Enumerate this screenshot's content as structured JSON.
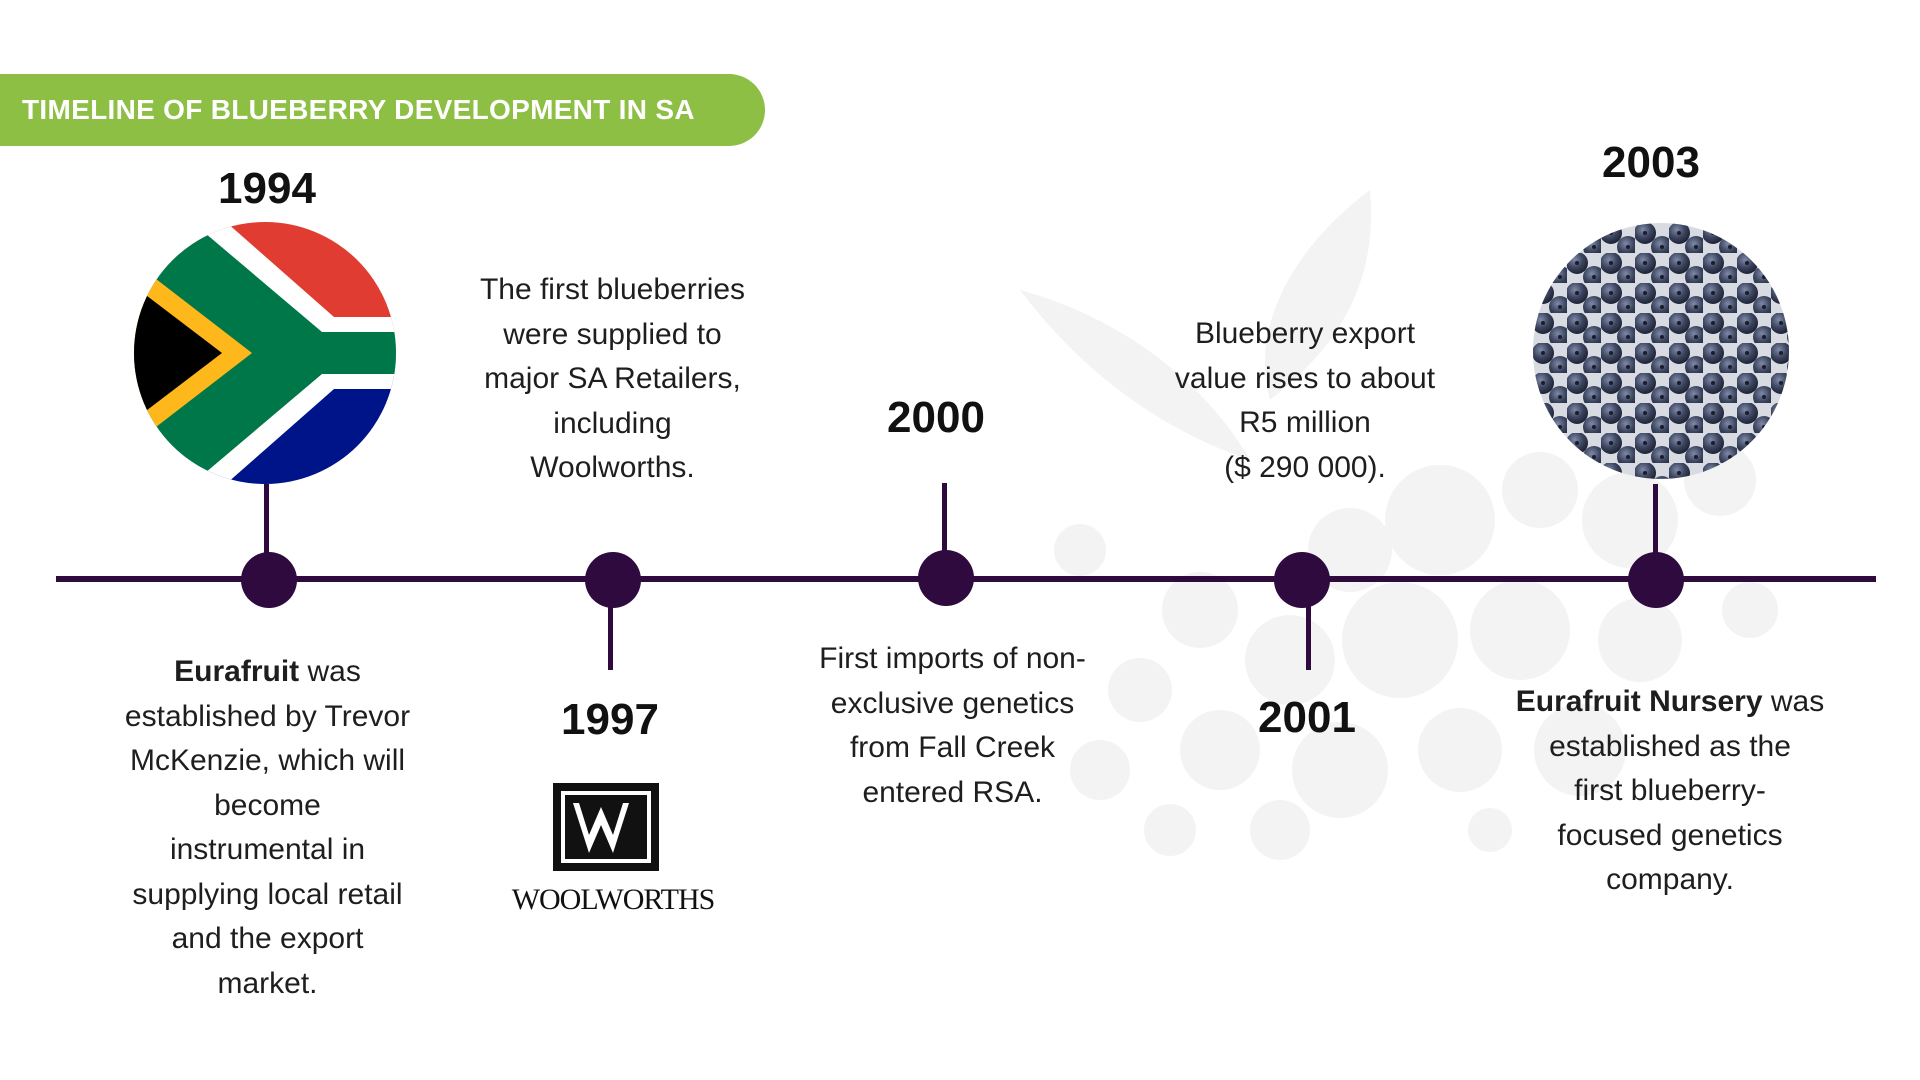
{
  "header": {
    "title": "TIMELINE OF BLUEBERRY DEVELOPMENT IN SA"
  },
  "colors": {
    "accent": "#8cbf44",
    "timeline": "#2e0a3e"
  },
  "events": [
    {
      "year": "1994",
      "image": "south-africa-flag-icon",
      "text_lines": [
        "was",
        "established by Trevor",
        "McKenzie, which will",
        "become",
        "instrumental in",
        "supplying local retail",
        "and the export",
        "market."
      ],
      "bold_lead": "Eurafruit"
    },
    {
      "year": "1997",
      "image": "woolworths-logo",
      "logo_text": "WOOLWORTHS",
      "text_lines": [
        "The first blueberries",
        "were supplied to",
        "major SA Retailers,",
        "including",
        "Woolworths."
      ]
    },
    {
      "year": "2000",
      "text_lines": [
        "First imports of non-",
        "exclusive genetics",
        "from Fall Creek",
        "entered RSA."
      ]
    },
    {
      "year": "2001",
      "text_lines": [
        "Blueberry export",
        "value rises to about",
        "R5 million",
        "($ 290 000)."
      ]
    },
    {
      "year": "2003",
      "image": "blueberries-photo",
      "bold_lead": "Eurafruit Nursery",
      "text_lines": [
        "was",
        "established as the",
        "first blueberry-",
        "focused genetics",
        "company."
      ]
    }
  ]
}
